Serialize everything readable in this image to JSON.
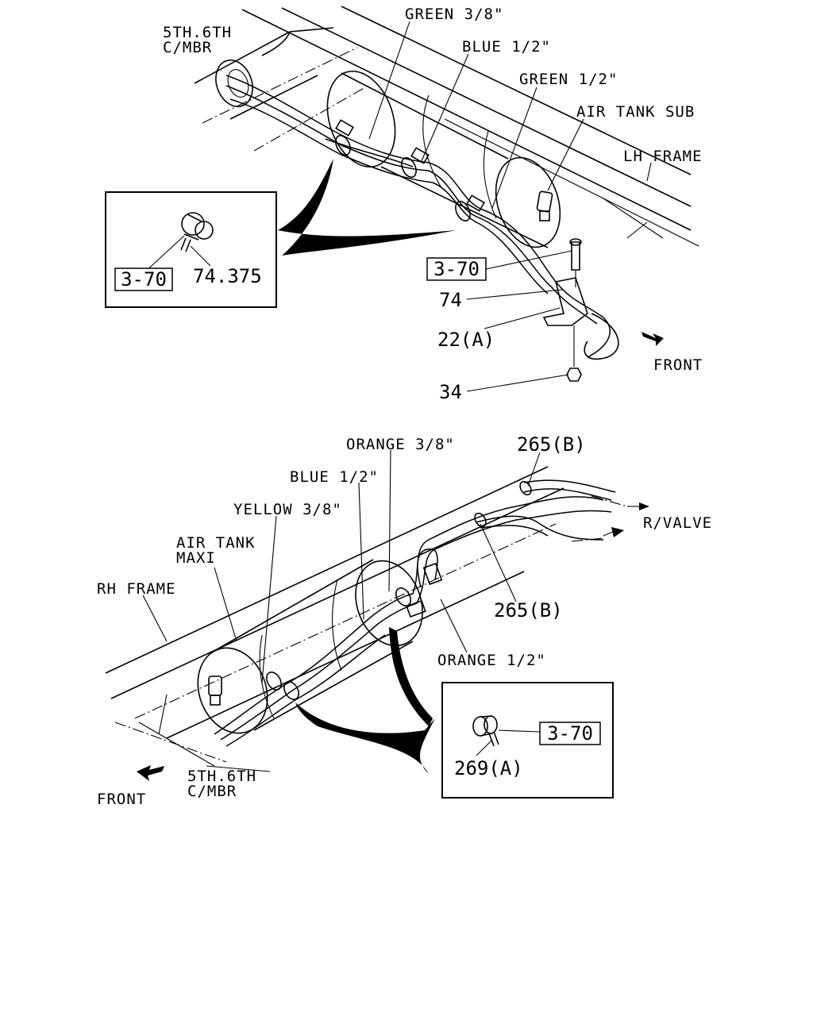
{
  "top": {
    "labels": {
      "cross_member": [
        "5TH.6TH",
        "C/MBR"
      ],
      "green_3_8": "GREEN 3/8\"",
      "blue_1_2": "BLUE 1/2\"",
      "green_1_2": "GREEN 1/2\"",
      "air_tank_sub": "AIR TANK SUB",
      "lh_frame": "LH FRAME",
      "front": "FRONT",
      "ref_3_70": "3-70",
      "part_74": "74",
      "part_22a": "22(A)",
      "part_34": "34"
    },
    "detail": {
      "ref": "3-70",
      "parts": "74.375"
    }
  },
  "bottom": {
    "labels": {
      "orange_3_8": "ORANGE 3/8\"",
      "part_265b_top": "265(B)",
      "blue_1_2": "BLUE 1/2\"",
      "yellow_3_8": "YELLOW 3/8\"",
      "r_valve": "R/VALVE",
      "air_tank_maxi": [
        "AIR TANK",
        "MAXI"
      ],
      "rh_frame": "RH FRAME",
      "part_265b_mid": "265(B)",
      "orange_1_2": "ORANGE 1/2\"",
      "cross_member": [
        "5TH.6TH",
        "C/MBR"
      ],
      "front": "FRONT"
    },
    "detail": {
      "ref": "3-70",
      "parts": "269(A)"
    }
  }
}
